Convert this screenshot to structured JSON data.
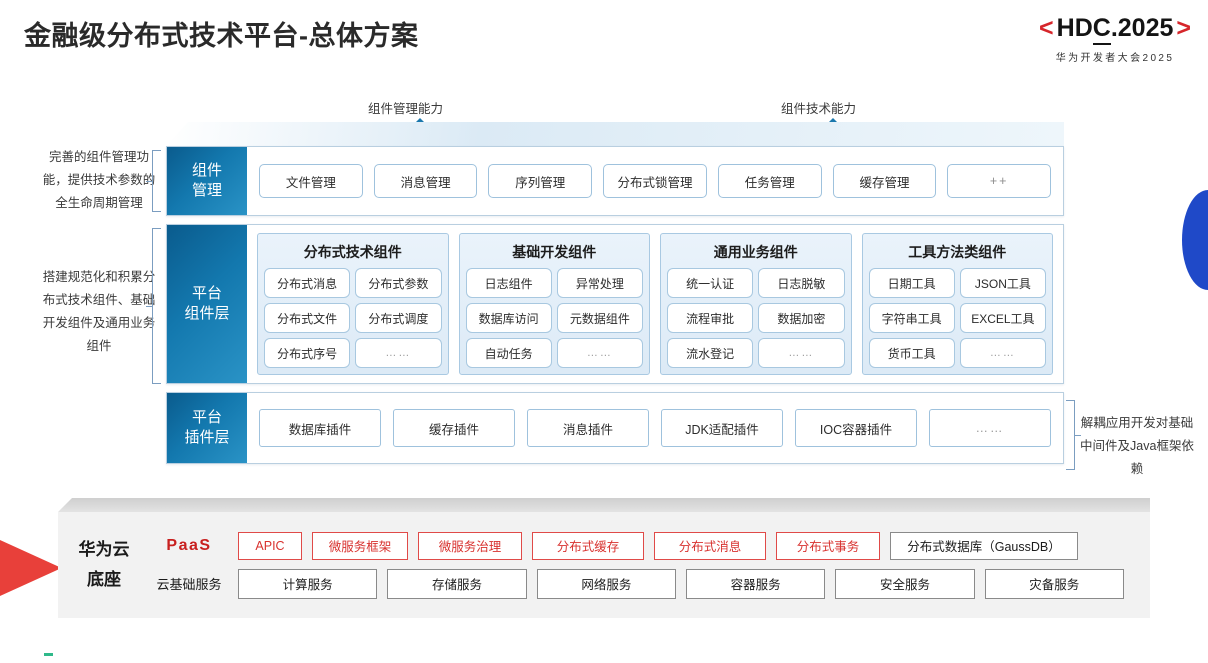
{
  "header": {
    "title": "金融级分布式技术平台-总体方案",
    "logo": {
      "bracket_left": "<",
      "main": "HDC.2025",
      "main_prefix": "HD",
      "main_underlined": "C",
      "main_suffix": ".2025",
      "bracket_right": ">",
      "subtitle": "华为开发者大会2025",
      "accent_color": "#d6262b"
    }
  },
  "capabilities": [
    {
      "label": "组件管理能力"
    },
    {
      "label": "组件技术能力"
    }
  ],
  "side_notes": {
    "left_top": "完善的组件管理功能，提供技术参数的全生命周期管理",
    "left_middle": "搭建规范化和积累分布式技术组件、基础开发组件及通用业务组件",
    "right_plugin": "解耦应用开发对基础中间件及Java框架依赖"
  },
  "layers": [
    {
      "id": "component-management",
      "label": "组件\n管理",
      "label_line1": "组件",
      "label_line2": "管理",
      "chips": [
        "文件管理",
        "消息管理",
        "序列管理",
        "分布式锁管理",
        "任务管理",
        "缓存管理",
        "++"
      ]
    },
    {
      "id": "platform-component-layer",
      "label_line1": "平台",
      "label_line2": "组件层",
      "columns": [
        {
          "title": "分布式技术组件",
          "cells": [
            "分布式消息",
            "分布式参数",
            "分布式文件",
            "分布式调度",
            "分布式序号",
            "……"
          ]
        },
        {
          "title": "基础开发组件",
          "cells": [
            "日志组件",
            "异常处理",
            "数据库访问",
            "元数据组件",
            "自动任务",
            "……"
          ]
        },
        {
          "title": "通用业务组件",
          "cells": [
            "统一认证",
            "日志脱敏",
            "流程审批",
            "数据加密",
            "流水登记",
            "……"
          ]
        },
        {
          "title": "工具方法类组件",
          "cells": [
            "日期工具",
            "JSON工具",
            "字符串工具",
            "EXCEL工具",
            "货币工具",
            "……"
          ]
        }
      ]
    },
    {
      "id": "platform-plugin-layer",
      "label_line1": "平台",
      "label_line2": "插件层",
      "plugins": [
        "数据库插件",
        "缓存插件",
        "消息插件",
        "JDK适配插件",
        "IOC容器插件",
        "……"
      ]
    }
  ],
  "base": {
    "title_line1": "华为云",
    "title_line2": "底座",
    "paas": {
      "label": "PaaS",
      "label_color": "#c8201f",
      "items": [
        {
          "text": "APIC",
          "style": "red",
          "width": 64
        },
        {
          "text": "微服务框架",
          "style": "red",
          "width": 96
        },
        {
          "text": "微服务治理",
          "style": "red",
          "width": 96
        },
        {
          "text": "分布式缓存",
          "style": "red",
          "width": 110
        },
        {
          "text": "分布式消息",
          "style": "red",
          "width": 110
        },
        {
          "text": "分布式事务",
          "style": "red",
          "width": 104
        },
        {
          "text": "分布式数据库（GaussDB）",
          "style": "neutral",
          "width": 186
        }
      ]
    },
    "iaas": {
      "label": "云基础服务",
      "items": [
        "计算服务",
        "存储服务",
        "网络服务",
        "容器服务",
        "安全服务",
        "灾备服务"
      ]
    }
  }
}
